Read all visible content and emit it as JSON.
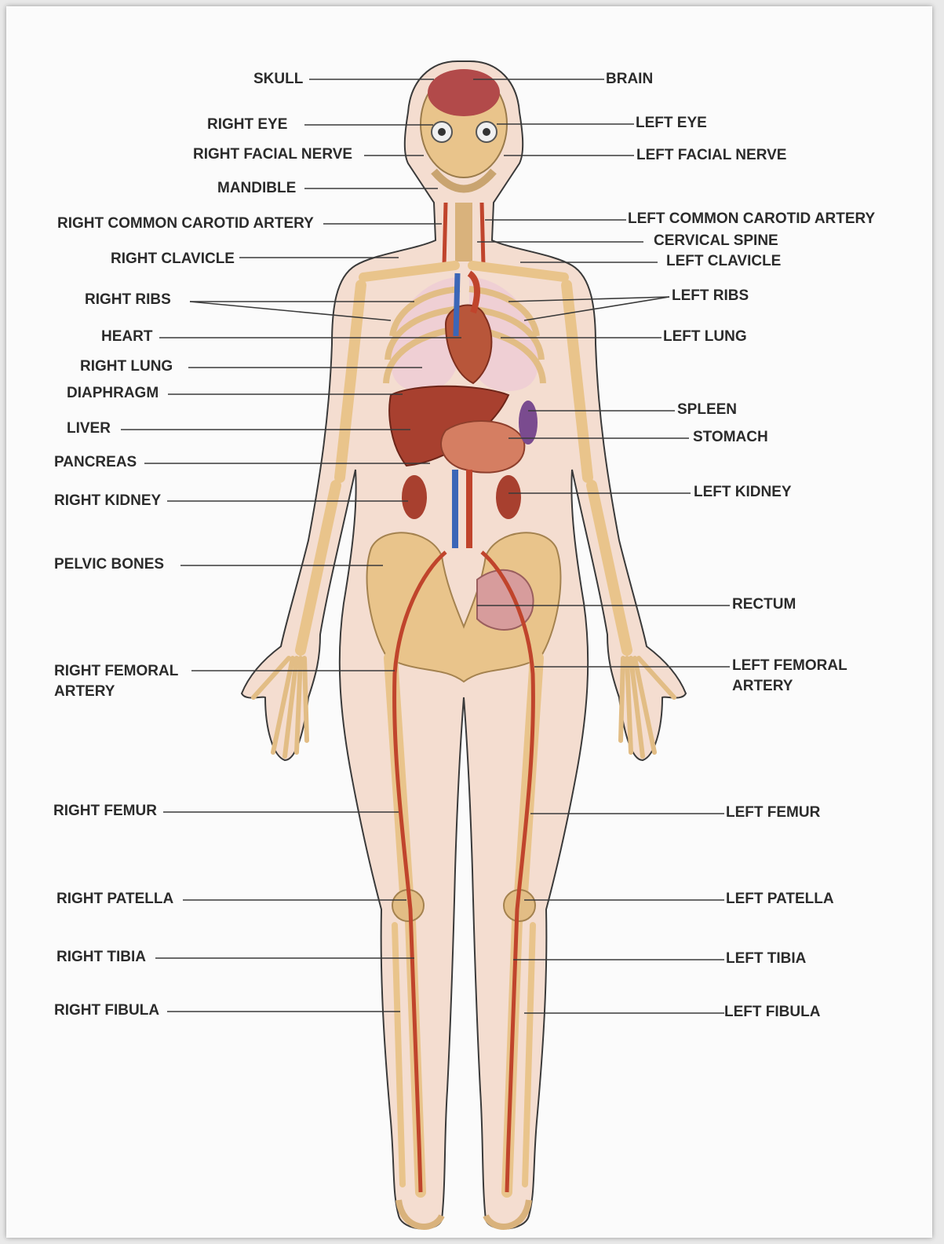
{
  "diagram": {
    "colors": {
      "background": "#fbfbfb",
      "skin": "#f4ddd0",
      "bone": "#e9c48b",
      "organ": "#b24a3a",
      "artery": "#c0442c",
      "vein": "#3c66b7",
      "lung": "#efcfd4",
      "leader": "#3a3a3a"
    },
    "labels": {
      "skull": "SKULL",
      "brain": "BRAIN",
      "right_eye": "RIGHT EYE",
      "left_eye": "LEFT EYE",
      "right_facial_nerve": "RIGHT FACIAL NERVE",
      "left_facial_nerve": "LEFT FACIAL NERVE",
      "mandible": "MANDIBLE",
      "right_common_carotid_artery": "RIGHT COMMON CAROTID ARTERY",
      "left_common_carotid_artery": "LEFT COMMON CAROTID ARTERY",
      "cervical_spine": "CERVICAL SPINE",
      "right_clavicle": "RIGHT CLAVICLE",
      "left_clavicle": "LEFT CLAVICLE",
      "right_ribs": "RIGHT RIBS",
      "left_ribs": "LEFT RIBS",
      "heart": "HEART",
      "left_lung": "LEFT LUNG",
      "right_lung": "RIGHT LUNG",
      "diaphragm": "DIAPHRAGM",
      "spleen": "SPLEEN",
      "liver": "LIVER",
      "stomach": "STOMACH",
      "pancreas": "PANCREAS",
      "right_kidney": "RIGHT KIDNEY",
      "left_kidney": "LEFT KIDNEY",
      "pelvic_bones": "PELVIC BONES",
      "rectum": "RECTUM",
      "right_femoral_artery": "RIGHT FEMORAL\nARTERY",
      "left_femoral_artery": "LEFT FEMORAL\nARTERY",
      "right_femur": "RIGHT FEMUR",
      "left_femur": "LEFT FEMUR",
      "right_patella": "RIGHT PATELLA",
      "left_patella": "LEFT PATELLA",
      "right_tibia": "RIGHT TIBIA",
      "left_tibia": "LEFT TIBIA",
      "right_fibula": "RIGHT FIBULA",
      "left_fibula": "LEFT FIBULA"
    }
  }
}
